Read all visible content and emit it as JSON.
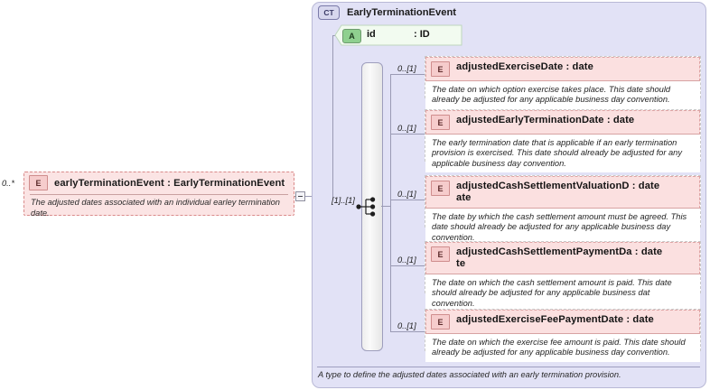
{
  "diagram": {
    "type": "xsd-schema-diagram",
    "left_element": {
      "multiplicity": "0..*",
      "badge": "E",
      "title": "earlyTerminationEvent : EarlyTerminationEvent",
      "documentation": "The adjusted dates associated with an individual earley termination date."
    },
    "container": {
      "badge": "CT",
      "name": "EarlyTerminationEvent",
      "footer": "A type to define the adjusted dates associated with an early termination provision.",
      "attribute": {
        "badge": "A",
        "name": "id",
        "type": ": ID"
      },
      "compositor": {
        "icon": "sequence-icon",
        "multiplicity": "[1]..[1]"
      }
    },
    "children": [
      {
        "multiplicity": "0..[1]",
        "badge": "E",
        "title": "adjustedExerciseDate : date",
        "title_overflow": "",
        "documentation": "The date on which option exercise takes place. This date should already be adjusted for any applicable business day convention."
      },
      {
        "multiplicity": "0..[1]",
        "badge": "E",
        "title": "adjustedEarlyTerminationDate : date",
        "title_overflow": "",
        "documentation": "The early termination date that is applicable if an early termination provision is exercised. This date should already be adjusted for any applicable business day convention."
      },
      {
        "multiplicity": "0..[1]",
        "badge": "E",
        "title": "adjustedCashSettlementValuationD : date",
        "title_overflow": "ate",
        "documentation": "The date by which the cash settlement amount must be agreed. This date should already be adjusted for any applicable business day convention."
      },
      {
        "multiplicity": "0..[1]",
        "badge": "E",
        "title": "adjustedCashSettlementPaymentDa : date",
        "title_overflow": "te",
        "documentation": "The date on which the cash settlement amount is paid. This date should already be adjusted for any applicable business dat convention."
      },
      {
        "multiplicity": "0..[1]",
        "badge": "E",
        "title": "adjustedExerciseFeePaymentDate : date",
        "title_overflow": "",
        "documentation": "The date on which the exercise fee amount is paid. This date should already be adjusted for any applicable business day convention."
      }
    ],
    "colors": {
      "container_bg": "#e2e2f6",
      "element_bg": "#fbe0e0",
      "attribute_badge": "#8fd08f",
      "line": "#9a9ab4"
    }
  }
}
